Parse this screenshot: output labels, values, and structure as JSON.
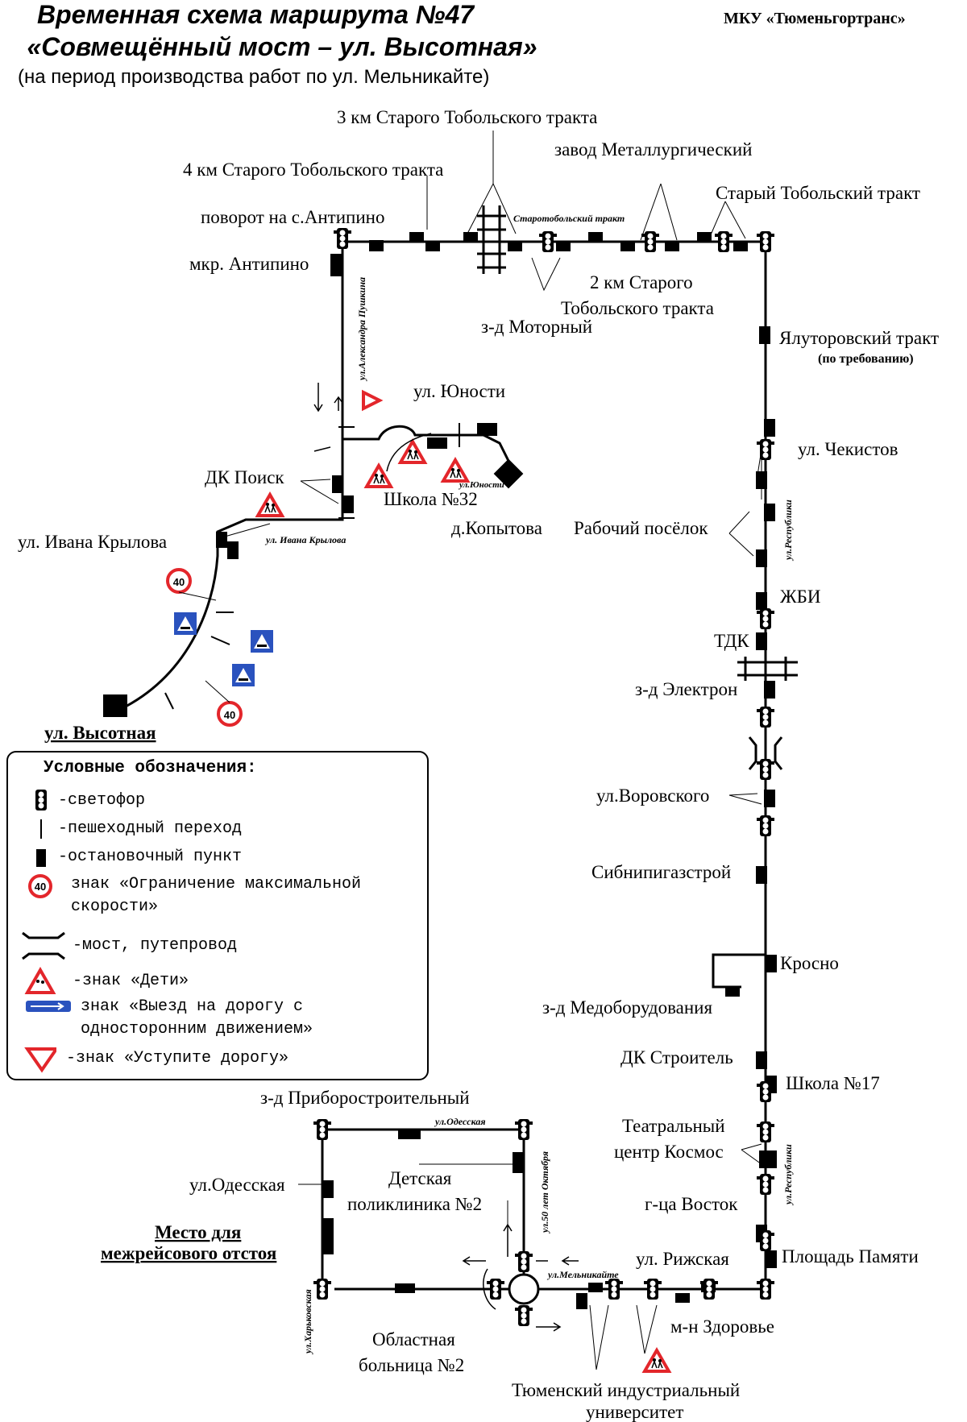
{
  "header": {
    "title_line1": "Временная схема маршрута №47",
    "title_line2": "«Совмещённый мост – ул. Высотная»",
    "subtitle": "(на период производства работ по ул. Мельникайте)",
    "organization": "МКУ «Тюменьгортранс»"
  },
  "stops": {
    "km3": "3 км Старого Тобольского тракта",
    "zavod_metall": "завод Металлургический",
    "km4": "4 км Старого Тобольского тракта",
    "stary_tob": "Старый Тобольский тракт",
    "povorot": "поворот на с.Антипино",
    "antipino": "мкр. Антипино",
    "km2_line1": "2 км Старого",
    "km2_line2": "Тобольского тракта",
    "motorny": "з-д Моторный",
    "yalutor": "Ялуторовский тракт",
    "yalutor_note": "(по требованию)",
    "yunosti": "ул. Юности",
    "chekistov": "ул. Чекистов",
    "dk_poisk": "ДК Поиск",
    "shkola32": "Школа №32",
    "kopytova": "д.Копытова",
    "rab_posel": "Рабочий посёлок",
    "krylova": "ул. Ивана Крылова",
    "zhbi": "ЖБИ",
    "tdk": "ТДК",
    "elektron": "з-д Электрон",
    "vysotnaya": "ул. Высотная",
    "vorovskogo": "ул.Воровского",
    "sibnipi": "Сибнипигазстрой",
    "krosno": "Кросно",
    "medoborud": "з-д Медоборудования",
    "dk_stroitel": "ДК Строитель",
    "shkola17": "Школа №17",
    "priborostr": "з-д Приборостроительный",
    "teatr_line1": "Театральный",
    "teatr_line2": "центр Космос",
    "odesskaya": "ул.Одесская",
    "polik_line1": "Детская",
    "polik_line2": "поликлиника №2",
    "vostok": "г-ца Восток",
    "otstoy_line1": "Место для",
    "otstoy_line2": "межрейсового отстоя",
    "pl_pamyati": "Площадь Памяти",
    "rizhskaya": "ул. Рижская",
    "zdorovie": "м-н Здоровье",
    "obl_bol_line1": "Областная",
    "obl_bol_line2": "больница №2",
    "tiu_line1": "Тюменский индустриальный",
    "tiu_line2": "университет"
  },
  "streets": {
    "starotob": "Старотобольский тракт",
    "pushkina": "ул.Александра Пушкина",
    "krylova": "ул. Ивана Крылова",
    "yunosti_short": "ул.Юности",
    "respubliki1": "ул.Республики",
    "respubliki2": "ул.Республики",
    "odesskaya": "ул.Одесская",
    "oktyabrya": "ул.50 лет Октября",
    "melnikaite": "ул.Мельникайте",
    "kharkovskaya": "ул.Харьковская"
  },
  "speed_limit": "40",
  "legend": {
    "title": "Условные обозначения:",
    "items": [
      {
        "icon": "traffic-light-icon",
        "text": "-светофор"
      },
      {
        "icon": "crosswalk-icon",
        "text": "-пешеходный переход"
      },
      {
        "icon": "bus-stop-icon",
        "text": "-остановочный пункт"
      },
      {
        "icon": "speed-limit-icon",
        "text": "знак «Ограничение максимальной скорости»"
      },
      {
        "icon": "bridge-icon",
        "text": "-мост, путепровод"
      },
      {
        "icon": "children-sign-icon",
        "text": "-знак «Дети»"
      },
      {
        "icon": "one-way-sign-icon",
        "text": "знак «Выезд на дорогу с односторонним движением»"
      },
      {
        "icon": "yield-sign-icon",
        "text": "-знак «Уступите дорогу»"
      }
    ]
  },
  "colors": {
    "route": "#000000",
    "sign_red": "#e3262b",
    "sign_blue": "#2a52be"
  }
}
